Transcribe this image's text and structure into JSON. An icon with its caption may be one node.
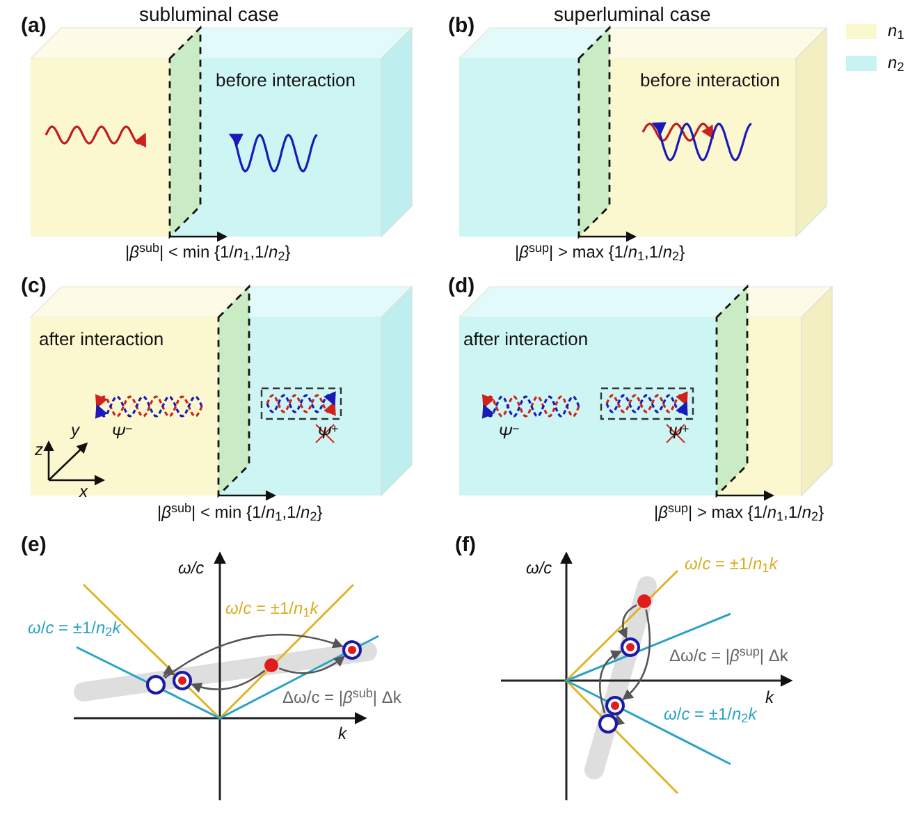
{
  "diagram": {
    "nodes": [
      {
        "text": [],
        "shape": "circle"
      },
      {
        "text": [],
        "shape": "circle"
      },
      {
        "text": [],
        "shape": "circle"
      },
      {
        "text": [],
        "shape": "circle"
      },
      {
        "text": [],
        "shape": "circle"
      },
      {
        "text": [],
        "shape": "circle"
      },
      {
        "text": [],
        "shape": "circle"
      },
      {
        "text": [],
        "shape": "circle"
      }
    ],
    "edges": [
      {
        "from": 0,
        "to": 3,
        "arrow": "to"
      },
      {
        "from": 0,
        "to": 1,
        "arrow": "to"
      },
      {
        "from": 2,
        "to": 3,
        "arrow": "to"
      },
      {
        "from": 2,
        "to": 1,
        "arrow": "to"
      },
      {
        "from": 4,
        "to": 5,
        "arrow": "to"
      },
      {
        "from": 4,
        "to": 6,
        "arrow": "to"
      },
      {
        "from": 7,
        "to": 6,
        "arrow": "to"
      },
      {
        "from": 7,
        "to": 5,
        "arrow": "to"
      }
    ],
    "labels": [
      "(a)",
      "subluminal case",
      "(b)",
      "superluminal case",
      "before interaction",
      "before interaction",
      "|*β*$^{sub}$| < min {1/*n*$_{1}$,1/*n*$_{2}$}",
      "|*β*$^{sup}$| > max {1/*n*$_{1}$,1/*n*$_{2}$}",
      "(c)",
      "(d)",
      "after interaction",
      "after interaction",
      "*Ψ*$^{−}$",
      "*Ψ*$^{+}$",
      "z",
      "y",
      "x",
      "*Ψ*$^{−}$",
      "*Ψ*$^{+}$",
      "|*β*$^{sub}$| < min {1/*n*$_{1}$,1/*n*$_{2}$}",
      "|*β*$^{sup}$| > max {1/*n*$_{1}$,1/*n*$_{2}$}",
      "(e)",
      "(f)",
      "ω/c",
      "ω/c",
      "*ω*/*c* = ±1/*n*$_{1}$*k*",
      "*ω*/*c* = ±1/*n*$_{1}$*k*",
      "*ω*/*c* = ±1/*n*$_{2}$*k*",
      "Δω/c = |*β*$^{sub}$| Δk",
      "k",
      "Δω/c = |*β*$^{sup}$| Δk",
      "k",
      "*ω*/*c* = ±1/*n*$_{2}$*k*"
    ],
    "legend": [
      {
        "text": "*n*$_{1}$",
        "color": "#fbf7cf"
      },
      {
        "text": "*n*$_{2}$",
        "color": "#c9f3f3"
      }
    ]
  }
}
